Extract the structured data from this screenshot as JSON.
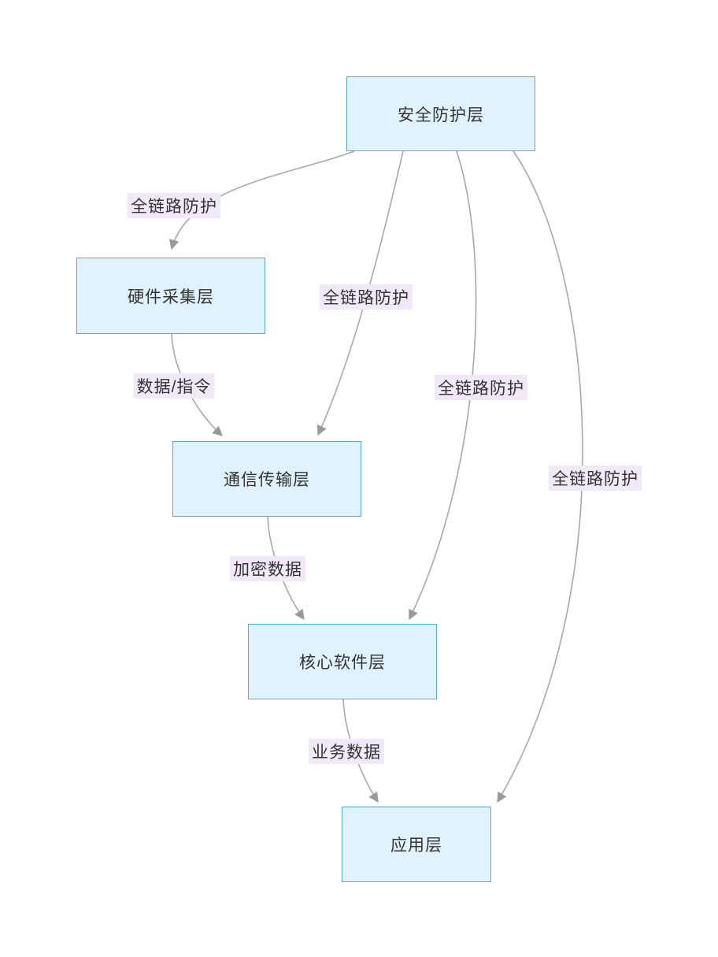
{
  "diagram": {
    "type": "flowchart",
    "colors": {
      "background": "#ffffff",
      "node_fill": "#dff2fd",
      "node_border": "#53a8d6",
      "node_text": "#333333",
      "edge_line": "#a8a8a8",
      "edge_arrow": "#999999",
      "edge_label_bg": "#f1e8f9",
      "edge_label_text": "#333333"
    },
    "nodes": [
      {
        "id": "security",
        "label": "安全防护层"
      },
      {
        "id": "hardware",
        "label": "硬件采集层"
      },
      {
        "id": "comm",
        "label": "通信传输层"
      },
      {
        "id": "core",
        "label": "核心软件层"
      },
      {
        "id": "app",
        "label": "应用层"
      }
    ],
    "edges": [
      {
        "from": "security",
        "to": "hardware",
        "label": "全链路防护"
      },
      {
        "from": "security",
        "to": "comm",
        "label": "全链路防护"
      },
      {
        "from": "security",
        "to": "core",
        "label": "全链路防护"
      },
      {
        "from": "security",
        "to": "app",
        "label": "全链路防护"
      },
      {
        "from": "hardware",
        "to": "comm",
        "label": "数据/指令"
      },
      {
        "from": "comm",
        "to": "core",
        "label": "加密数据"
      },
      {
        "from": "core",
        "to": "app",
        "label": "业务数据"
      }
    ]
  }
}
